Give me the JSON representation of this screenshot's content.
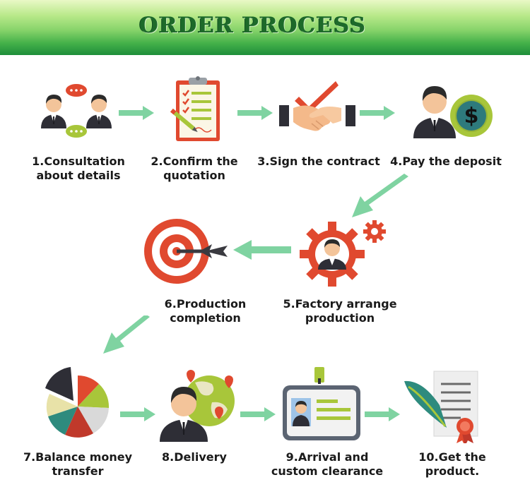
{
  "title": "ORDER PROCESS",
  "steps": [
    {
      "label": "1.Consultation\nabout details",
      "icon": "people-chat-icon"
    },
    {
      "label": "2.Confirm the\nquotation",
      "icon": "clipboard-checklist-icon"
    },
    {
      "label": "3.Sign the contract",
      "icon": "handshake-icon"
    },
    {
      "label": "4.Pay the deposit",
      "icon": "person-dollar-icon"
    },
    {
      "label": "5.Factory arrange\nproduction",
      "icon": "gear-person-icon"
    },
    {
      "label": "6.Production completion",
      "icon": "target-dart-icon"
    },
    {
      "label": "7.Balance money\ntransfer",
      "icon": "pie-chart-icon"
    },
    {
      "label": "8.Delivery",
      "icon": "person-globe-icon"
    },
    {
      "label": "9.Arrival and\ncustom clearance",
      "icon": "id-badge-icon"
    },
    {
      "label": "10.Get the\nproduct.",
      "icon": "certificate-quill-icon"
    }
  ],
  "colors": {
    "banner_dark": "#1e8e3a",
    "banner_light": "#e9f8c6",
    "title": "#1d6a2a",
    "arrow": "#7fd3a1",
    "accent_red": "#e0492f",
    "accent_green": "#a8c63a"
  }
}
